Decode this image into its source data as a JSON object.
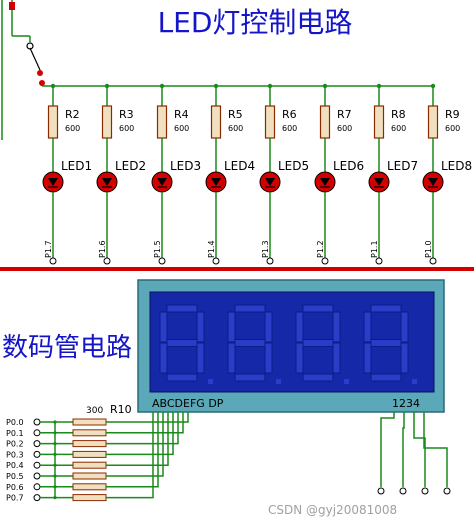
{
  "titles": {
    "led_section": "LED灯控制电路",
    "seg_section": "数码管电路"
  },
  "resistors_top": [
    {
      "ref": "R2",
      "value": "600"
    },
    {
      "ref": "R3",
      "value": "600"
    },
    {
      "ref": "R4",
      "value": "600"
    },
    {
      "ref": "R5",
      "value": "600"
    },
    {
      "ref": "R6",
      "value": "600"
    },
    {
      "ref": "R7",
      "value": "600"
    },
    {
      "ref": "R8",
      "value": "600"
    },
    {
      "ref": "R9",
      "value": "600"
    }
  ],
  "leds": [
    "LED1",
    "LED2",
    "LED3",
    "LED4",
    "LED5",
    "LED6",
    "LED7",
    "LED8"
  ],
  "led_pins": [
    "P1.7",
    "P1.6",
    "P1.5",
    "P1.4",
    "P1.3",
    "P1.2",
    "P1.1",
    "P1.0"
  ],
  "resnet": {
    "ref": "R10",
    "value": "300"
  },
  "p0_pins": [
    "P0.0",
    "P0.1",
    "P0.2",
    "P0.3",
    "P0.4",
    "P0.5",
    "P0.6",
    "P0.7"
  ],
  "display": {
    "segment_label": "ABCDEFG DP",
    "digit_label": "1234"
  },
  "watermark": "CSDN @gyj20081008",
  "colors": {
    "wire": "#1a8a1a",
    "red": "#d40000",
    "title_blue": "#1414c8",
    "resistor_fill": "#f0e0c0",
    "resistor_stroke": "#8a2a00",
    "display_frame": "#5aa8b8",
    "display_screen": "#1428a8",
    "segment": "#2a3cc8"
  }
}
